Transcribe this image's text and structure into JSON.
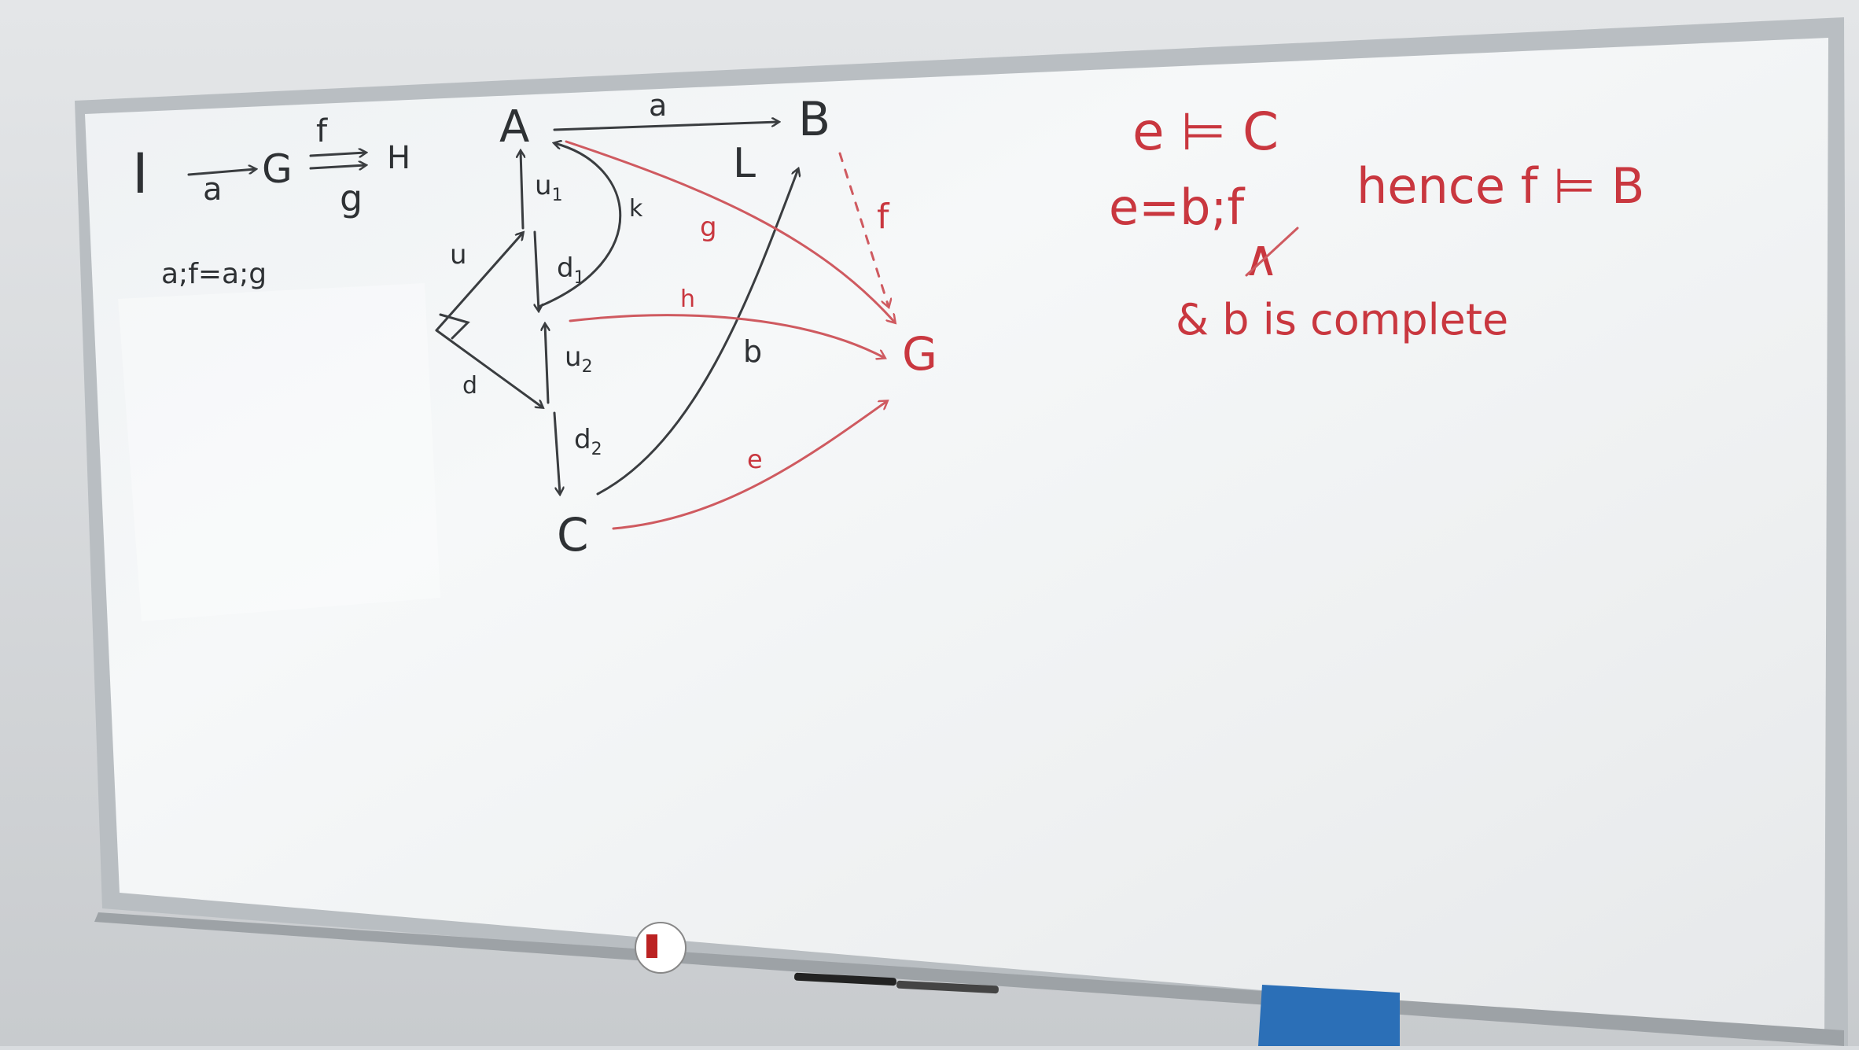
{
  "whiteboard": {
    "left_equation": {
      "I": "I",
      "a": "a",
      "G": "G",
      "f": "f",
      "g": "g",
      "H": "H",
      "relation": "a;f=a;g"
    },
    "diagram": {
      "nodes": {
        "A": "A",
        "B": "B",
        "C": "C",
        "G": "G",
        "L": "L"
      },
      "edge_labels": {
        "a": "a",
        "u1": "u",
        "u1_sub": "1",
        "u": "u",
        "d1": "d",
        "d1_sub": "1",
        "u2": "u",
        "u2_sub": "2",
        "d2": "d",
        "d2_sub": "2",
        "d": "d",
        "k": "k",
        "g_red": "g",
        "h_red": "h",
        "b": "b",
        "e_red": "e",
        "f_red": "f"
      }
    },
    "right_notes": {
      "line1": "e ⊨ C",
      "line2_left": "e=b;f",
      "line2_right": "hence  f ⊨ B",
      "line3": "& b is complete",
      "wedge": "∧"
    }
  },
  "colors": {
    "wall": "#d9dcdf",
    "board": "#f3f5f6",
    "frame": "#b7bcc0",
    "black_ink": "#2e3134",
    "red_ink": "#c9373f",
    "eraser": "#2b6fb7"
  }
}
